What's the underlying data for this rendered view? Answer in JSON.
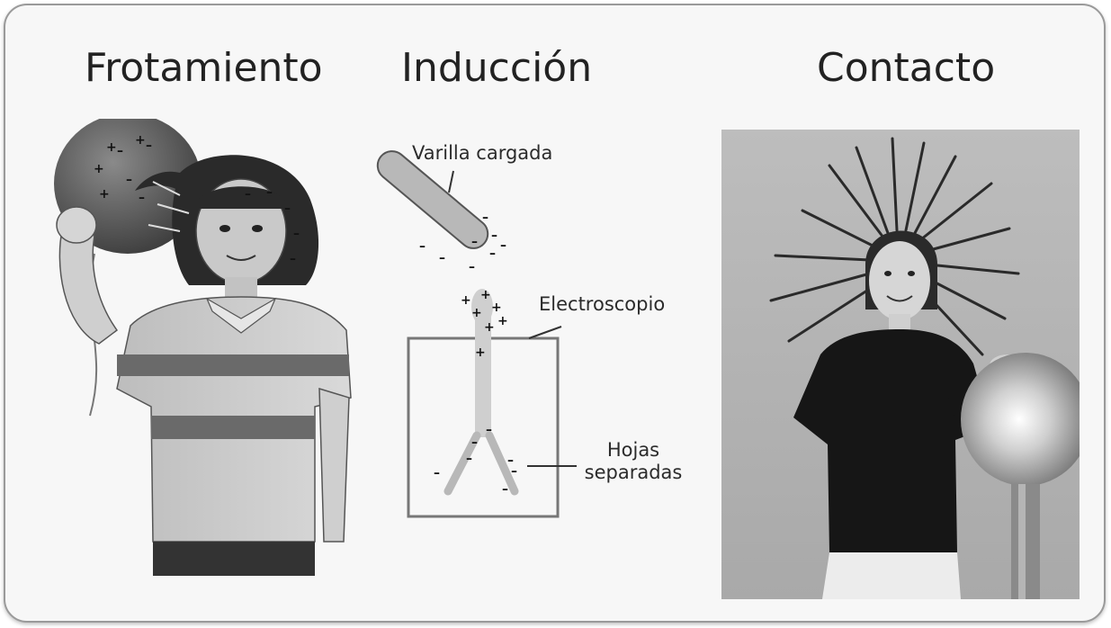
{
  "titles": {
    "rubbing": "Frotamiento",
    "induction": "Inducción",
    "contact": "Contacto"
  },
  "induction_diagram": {
    "rod_label": "Varilla cargada",
    "electroscope_label": "Electroscopio",
    "leaves_label_line1": "Hojas",
    "leaves_label_line2": "separadas"
  },
  "signs": {
    "positive": "+",
    "negative": "–"
  },
  "colors": {
    "card_border": "#9a9a9a",
    "card_background": "#f7f7f7",
    "text": "#222222"
  }
}
